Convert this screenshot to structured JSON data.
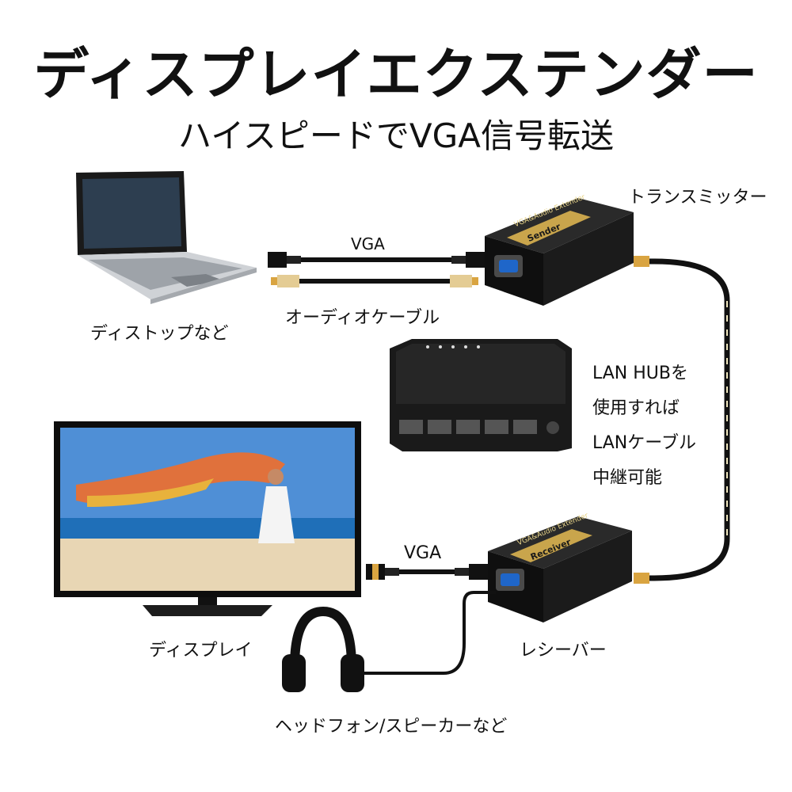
{
  "title": "ディスプレイエクステンダー",
  "subtitle": "ハイスピードでVGA信号転送",
  "labels": {
    "transmitter": "トランスミッター",
    "vga_top": "VGA",
    "audio_cable": "オーディオケーブル",
    "desktop": "ディストップなど",
    "lan_note": [
      "LAN HUBを",
      "使用すれば",
      "LANケーブル",
      "中継可能"
    ],
    "vga_bottom": "VGA",
    "display": "ディスプレイ",
    "receiver": "レシーバー",
    "headphones": "ヘッドフォン/スピーカーなど"
  },
  "device_text": {
    "sender_header": "VGA&Audio Extender",
    "sender_badge": "Sender",
    "receiver_header": "VGA&Audio Extender",
    "receiver_badge": "Receiver"
  },
  "colors": {
    "cable": "#111111",
    "connector_gold": "#d9a441",
    "lan_dash": "#f1e8c0",
    "sky": "#4f8fd6",
    "sea": "#1f6fb8",
    "sand": "#e8d6b4"
  }
}
